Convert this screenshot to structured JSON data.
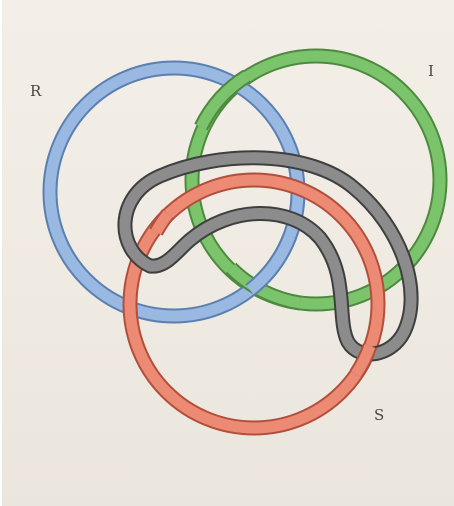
{
  "labels": {
    "r": "R",
    "i": "I",
    "s": "S"
  },
  "colors": {
    "background": "#efeae2",
    "ring_r": "#8fb0dc",
    "ring_i": "#7cc46c",
    "ring_s": "#e8806c",
    "connector": "#8a8a8a",
    "stroke": "#555555"
  }
}
